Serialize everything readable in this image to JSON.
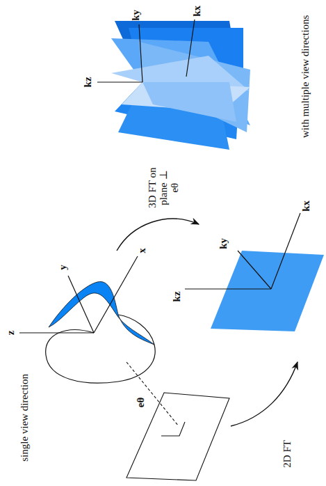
{
  "diagram": {
    "labels": [
      "single view direction",
      "z",
      "y",
      "x",
      "eθ",
      "2D FT",
      "kz",
      "ky",
      "kx",
      "3D FT on plane ⊥ eθ",
      "with multiple view directions",
      "kz",
      "ky",
      "kx"
    ]
  }
}
